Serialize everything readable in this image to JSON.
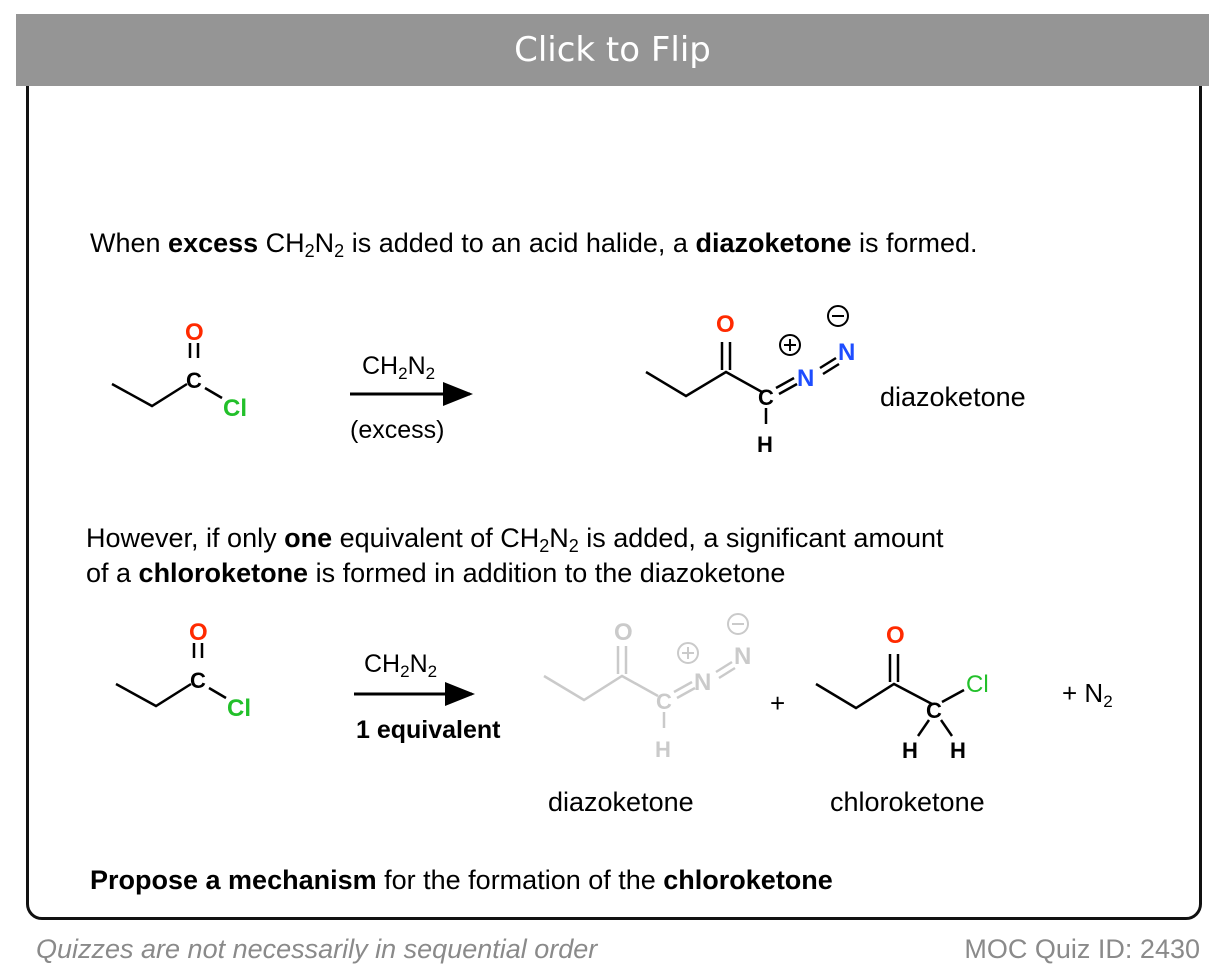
{
  "flip_button": {
    "label": "Click to Flip"
  },
  "intro": {
    "p1": "When ",
    "b1": "excess",
    "p2": " CH",
    "sub1": "2",
    "p3": "N",
    "sub2": "2",
    "p4": " is added to an acid halide, a ",
    "b2": "diazoketone",
    "p5": " is formed."
  },
  "scheme1": {
    "reagent_main": "CH",
    "reagent_sub1": "2",
    "reagent_n": "N",
    "reagent_sub2": "2",
    "condition": "(excess)",
    "product_label": "diazoketone",
    "atoms": {
      "O": "O",
      "C": "C",
      "Cl": "Cl",
      "N": "N",
      "H": "H",
      "plus": "+",
      "minus": "−"
    }
  },
  "however": {
    "l1a": "However, if only ",
    "l1b": "one",
    "l1c": " equivalent of CH",
    "l1s1": "2",
    "l1d": "N",
    "l1s2": "2",
    "l1e": " is added, a significant amount",
    "l2a": "of a ",
    "l2b": "chloroketone",
    "l2c": " is formed in addition to the diazoketone"
  },
  "scheme2": {
    "reagent_main": "CH",
    "reagent_sub1": "2",
    "reagent_n": "N",
    "reagent_sub2": "2",
    "condition": "1 equivalent",
    "plus_sign": "+",
    "byproduct_main": "+ N",
    "byproduct_sub": "2",
    "label_diazoketone": "diazoketone",
    "label_chloroketone": "chloroketone"
  },
  "question": {
    "b1": "Propose a mechanism",
    "p1": " for the formation of the ",
    "b2": "chloroketone"
  },
  "footer": {
    "left": "Quizzes are not necessarily in sequential order",
    "right": "MOC Quiz ID: 2430"
  },
  "colors": {
    "oxygen": "#ff2a00",
    "chlorine": "#22c02a",
    "nitrogen": "#1e4dff",
    "faded": "#bdbdbd",
    "bar": "#959595"
  }
}
